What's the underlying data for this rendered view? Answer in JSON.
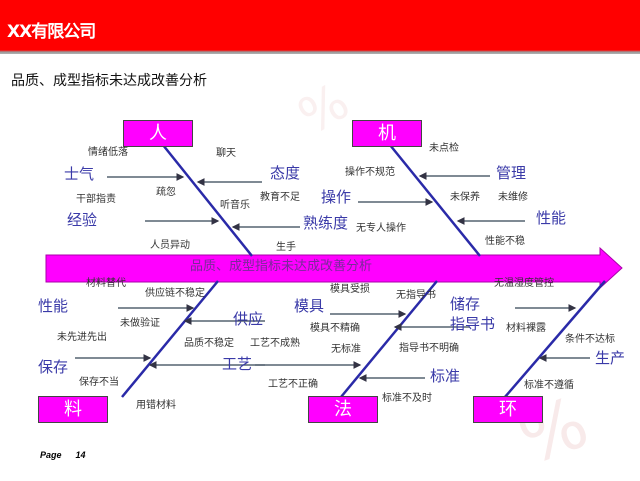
{
  "header": {
    "company": "XX有限公司",
    "subtitle": "品质、成型指标未达成改善分析"
  },
  "fishbone": {
    "effect": "品质、成型指标未达成改善分析",
    "categories": {
      "man": "人",
      "machine": "机",
      "material": "料",
      "method": "法",
      "environment": "环"
    },
    "man": {
      "morale": "士气",
      "morale_causes": [
        "情绪低落",
        "干部指责"
      ],
      "attitude": "态度",
      "attitude_causes": [
        "聊天",
        "听音乐"
      ],
      "experience": "经验",
      "experience_causes": [
        "疏忽",
        "人员异动"
      ],
      "skill": "熟练度",
      "skill_causes": [
        "教育不足",
        "生手"
      ]
    },
    "machine": {
      "management": "管理",
      "management_causes": [
        "未点检",
        "未保养"
      ],
      "operation": "操作",
      "operation_causes": [
        "操作不规范",
        "无专人操作"
      ],
      "performance": "性能",
      "performance_causes": [
        "未维修",
        "性能不稳"
      ]
    },
    "material": {
      "performance": "性能",
      "performance_causes": [
        "材料替代",
        "未做验证"
      ],
      "supply": "供应",
      "supply_causes": [
        "供应链不稳定",
        "品质不稳定"
      ],
      "storage": "保存",
      "storage_causes": [
        "未先进先出",
        "保存不当"
      ],
      "process": "工艺",
      "process_causes": [
        "工艺不成熟",
        "用错材料"
      ]
    },
    "method": {
      "mold": "模具",
      "mold_causes": [
        "模具受损",
        "模具不精确"
      ],
      "guide": "储存\n指导书",
      "guide_l1": "储存",
      "guide_l2": "指导书",
      "guide_causes": [
        "无指导书",
        "指导书不明确"
      ],
      "process_causes": [
        "无标准",
        "工艺不正确"
      ],
      "standard": "标准",
      "standard_causes": [
        "标准不及时"
      ]
    },
    "environment": {
      "storage_causes": [
        "无温湿度管控",
        "材料裸露"
      ],
      "production": "生产",
      "production_causes": [
        "条件不达标",
        "标准不遵循"
      ]
    }
  },
  "footer": {
    "page_label": "Page",
    "page_number": "14"
  }
}
